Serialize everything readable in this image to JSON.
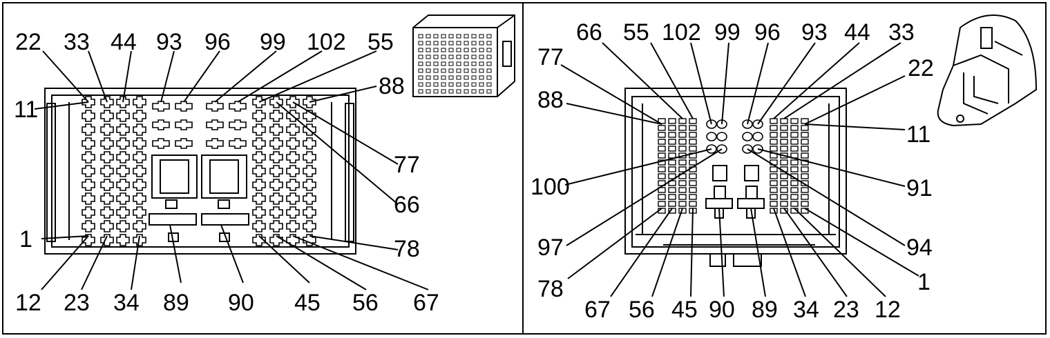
{
  "left_view": {
    "top_labels": [
      "22",
      "33",
      "44",
      "93",
      "96",
      "99",
      "102",
      "55"
    ],
    "right_labels": [
      "88",
      "77",
      "66",
      "78"
    ],
    "left_labels": [
      "11",
      "1"
    ],
    "bottom_labels": [
      "12",
      "23",
      "34",
      "89",
      "90",
      "45",
      "56",
      "67"
    ]
  },
  "right_view": {
    "top_labels": [
      "66",
      "55",
      "102",
      "99",
      "96",
      "93",
      "44",
      "33"
    ],
    "left_labels": [
      "77",
      "88",
      "100",
      "97",
      "78"
    ],
    "right_labels": [
      "22",
      "11",
      "91",
      "94",
      "1"
    ],
    "bottom_labels": [
      "67",
      "56",
      "45",
      "90",
      "89",
      "34",
      "23",
      "12"
    ]
  },
  "colors": {
    "line": "#000000",
    "background": "#ffffff"
  }
}
